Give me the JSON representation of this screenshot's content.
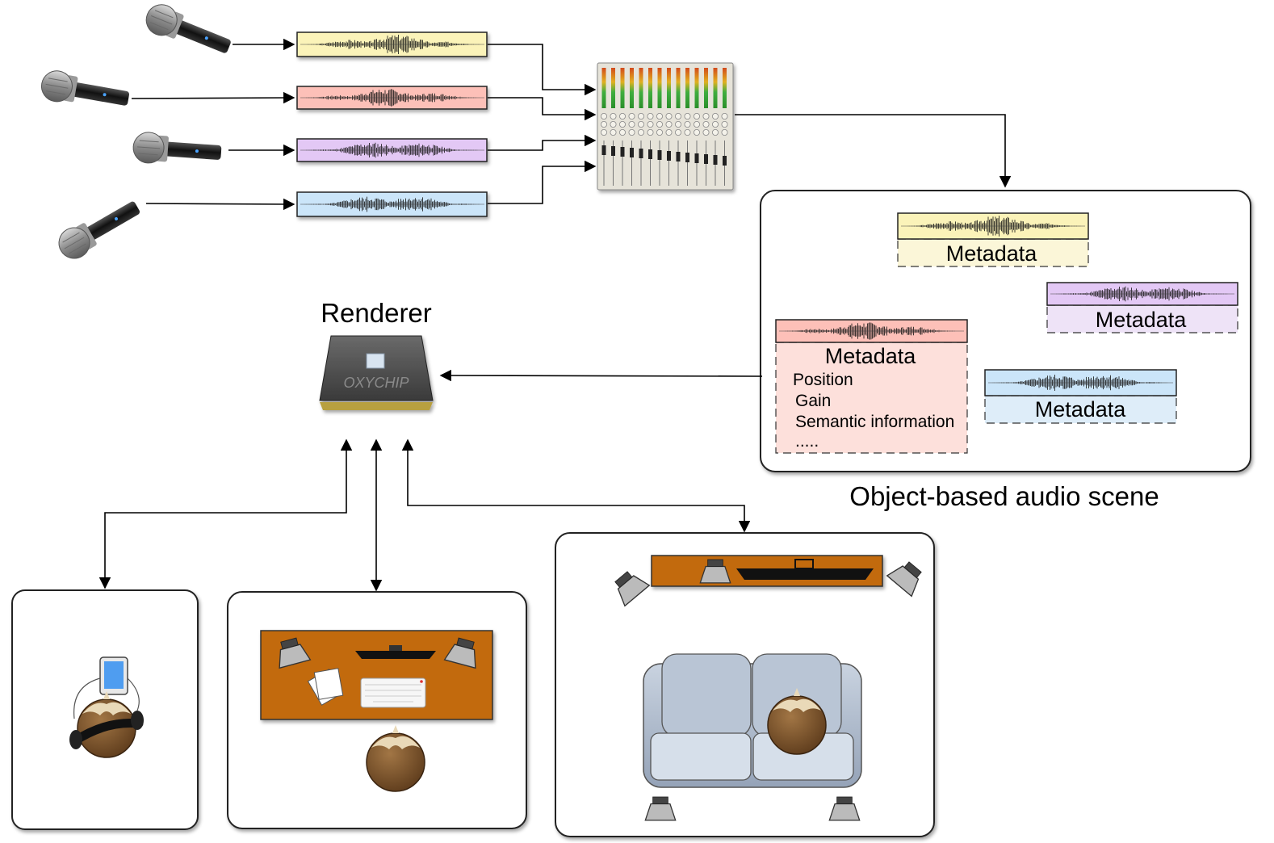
{
  "renderer": {
    "title": "Renderer",
    "chip_label": "OXYCHIP"
  },
  "scene": {
    "caption": "Object-based audio scene",
    "objects": [
      {
        "label": "Metadata",
        "color": "#fbf3b9",
        "meta_fill": "#fbf6d8"
      },
      {
        "label": "Metadata",
        "color": "#e3c8f5",
        "meta_fill": "#eee3f7"
      },
      {
        "label": "Metadata",
        "color": "#fdc0b8",
        "meta_fill": "#fde0db",
        "details": [
          "Position",
          "Gain",
          "Semantic information",
          "....."
        ]
      },
      {
        "label": "Metadata",
        "color": "#cbe5f9",
        "meta_fill": "#deedf9"
      }
    ]
  },
  "tracks": [
    {
      "color": "#fbf3b9"
    },
    {
      "color": "#fdc0b8"
    },
    {
      "color": "#e3c8f5"
    },
    {
      "color": "#cbe5f9"
    }
  ],
  "colors": {
    "desk": "#c26a08",
    "box_border": "#333333",
    "head": "#7a5230",
    "sofa": "#a7b4c6"
  },
  "icons": [
    "microphone-icon",
    "mixer-icon",
    "chip-icon",
    "tablet-icon",
    "headphones-icon",
    "keyboard-icon",
    "loudspeaker-icon",
    "tv-icon",
    "sofa-icon",
    "listener-head-icon"
  ]
}
